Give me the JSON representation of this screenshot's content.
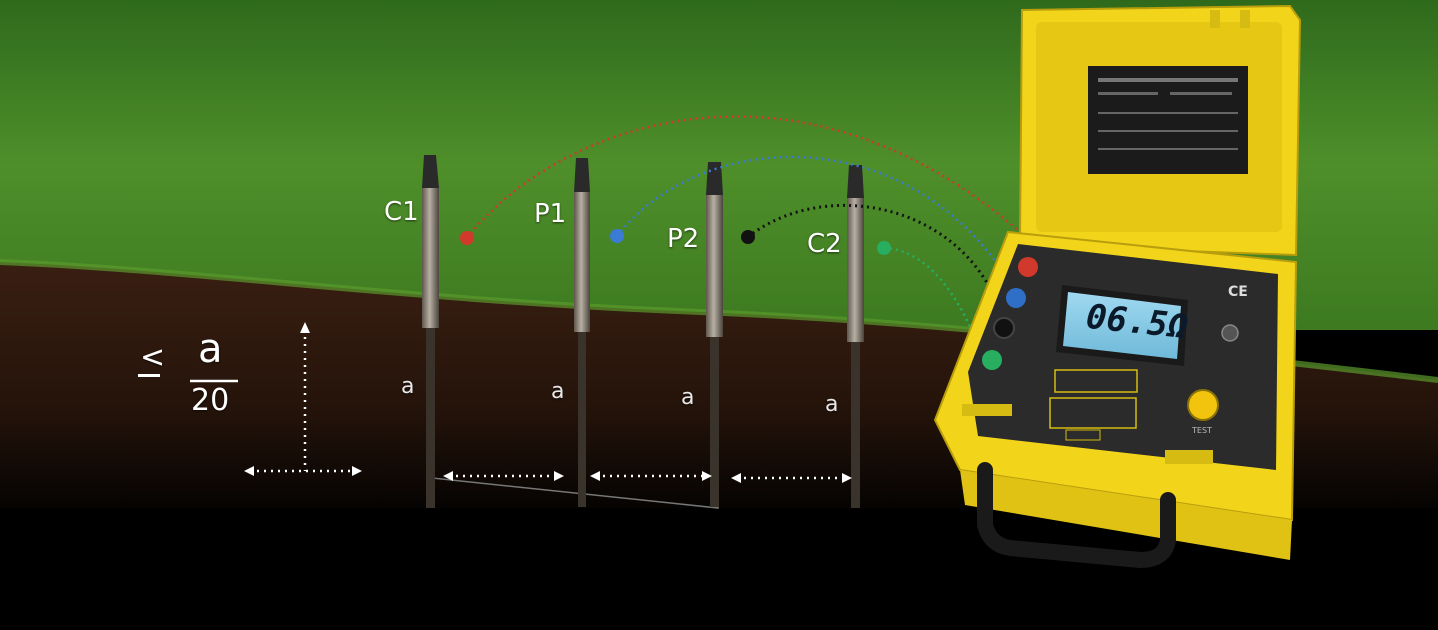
{
  "diagram": {
    "rods": [
      {
        "label": "C1",
        "spacing_label": "a"
      },
      {
        "label": "P1",
        "spacing_label": "a"
      },
      {
        "label": "P2",
        "spacing_label": "a"
      },
      {
        "label": "C2",
        "spacing_label": "a"
      }
    ],
    "depth_note": {
      "symbol": "<",
      "numerator": "a",
      "denominator": "20"
    },
    "lead_colors": {
      "C1": "#d0392b",
      "P1": "#3a7bd5",
      "P2": "#111111",
      "C2": "#27ae60"
    }
  },
  "meter": {
    "display_value": "06.5Ω",
    "test_button_label": "TEST",
    "ce_mark": "CE"
  }
}
